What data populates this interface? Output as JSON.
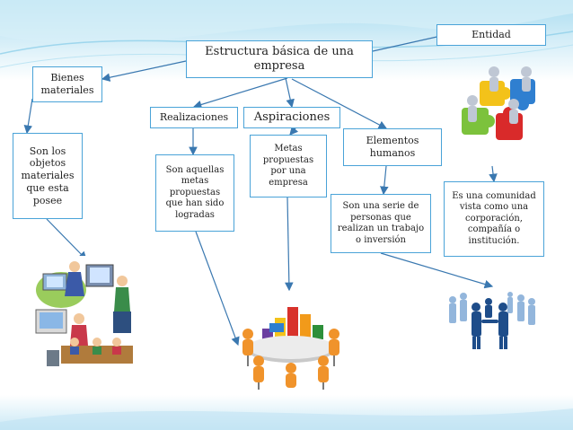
{
  "title": "Estructura básica de una empresa",
  "nodes": {
    "entidad": "Entidad",
    "bienes": "Bienes materiales",
    "realizaciones": "Realizaciones",
    "aspiraciones": "Aspiraciones",
    "elementos": "Elementos humanos",
    "bienes_def": "Son los objetos materiales que esta posee",
    "realizaciones_def": "Son aquellas metas propuestas que han sido logradas",
    "aspiraciones_def": "Metas propuestas por una empresa",
    "elementos_def": "Son una serie de personas que realizan un trabajo o inversión",
    "entidad_def": "Es una comunidad vista como una corporación, compañía o institución."
  },
  "colors": {
    "border": "#4aa3d8",
    "arrow": "#3a78b0",
    "background_top": "#bfe3f3"
  },
  "icons": [
    "office-workers-clipart",
    "puzzle-people-icon",
    "meeting-chart-clipart",
    "business-people-silhouettes"
  ]
}
